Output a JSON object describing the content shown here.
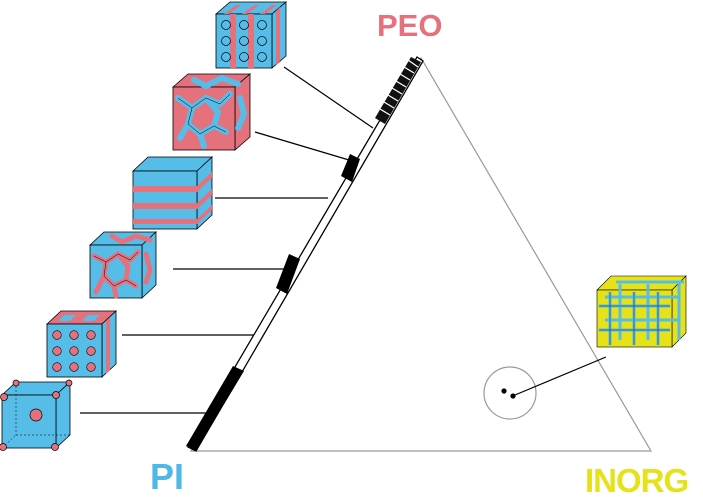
{
  "vertices": {
    "top_label": "PEO",
    "left_label": "PI",
    "right_label": "INORG"
  },
  "colors": {
    "peo": "#e5717d",
    "pi": "#4fb8e5",
    "inorg": "#e6e21a",
    "phase_pink": "#e5717d",
    "phase_blue": "#56bde8",
    "edge_line": "#999999",
    "stripe_black": "#000000"
  },
  "morphologies": [
    {
      "name": "hexagonal-cylinders-pi-in-peo-icon"
    },
    {
      "name": "gyroid-pi-network-icon"
    },
    {
      "name": "lamellae-icon"
    },
    {
      "name": "gyroid-peo-network-icon"
    },
    {
      "name": "hexagonal-cylinders-peo-in-pi-icon"
    },
    {
      "name": "bcc-spheres-peo-in-pi-icon"
    }
  ],
  "inorganic_inset": {
    "name": "inorganic-framework-icon"
  }
}
